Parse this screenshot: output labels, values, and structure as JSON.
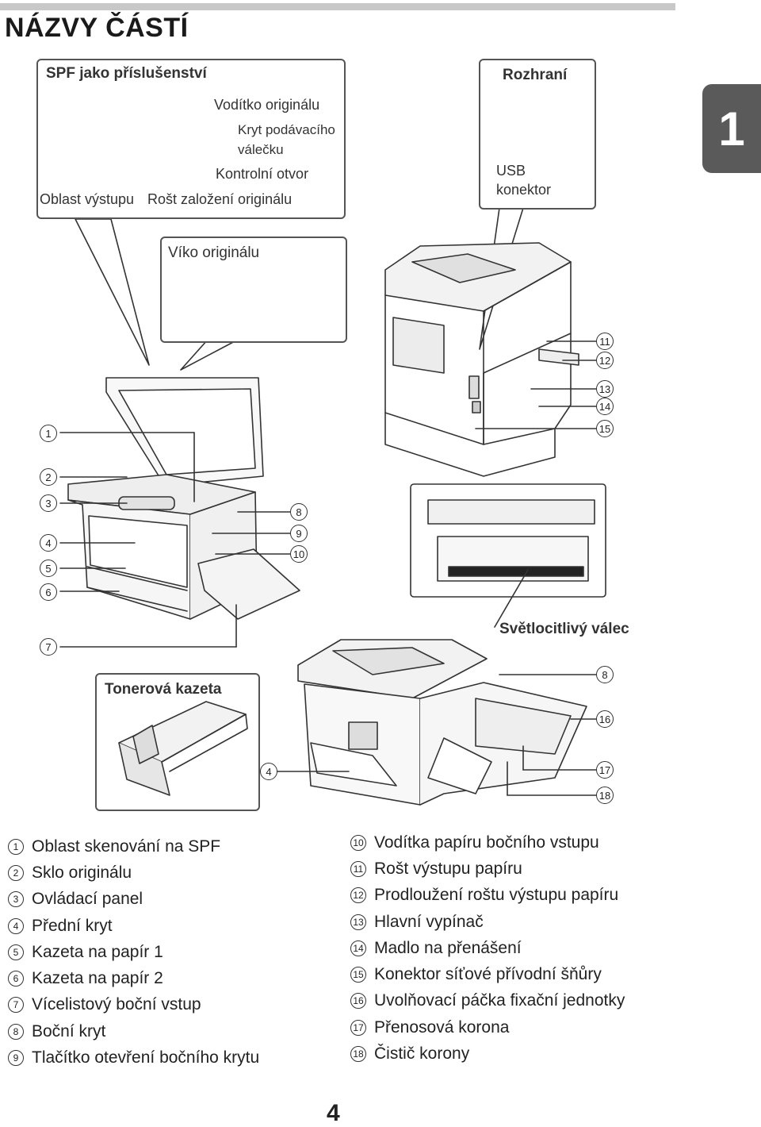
{
  "page": {
    "title": "NÁZVY ČÁSTÍ",
    "chapter": "1",
    "page_number": "4"
  },
  "spf_box": {
    "title": "SPF jako příslušenství",
    "labels": {
      "guide": "Vodítko originálu",
      "roller_cover_1": "Kryt podávacího",
      "roller_cover_2": "válečku",
      "control_slot": "Kontrolní otvor",
      "exit_area": "Oblast výstupu",
      "feed_tray": "Rošt založení originálu"
    }
  },
  "interface_box": {
    "title": "Rozhraní",
    "usb_1": "USB",
    "usb_2": "konektor"
  },
  "cover_box": {
    "title": "Víko originálu"
  },
  "drum_label": "Světlocitlivý válec",
  "toner_box": {
    "title": "Tonerová kazeta"
  },
  "callouts": {
    "c1": "1",
    "c2": "2",
    "c3": "3",
    "c4": "4",
    "c5": "5",
    "c6": "6",
    "c7": "7",
    "c8": "8",
    "c9": "9",
    "c10": "10",
    "c11": "11",
    "c12": "12",
    "c13": "13",
    "c14": "14",
    "c15": "15",
    "c16": "16",
    "c17": "17",
    "c18": "18"
  },
  "legend_left": [
    {
      "num": "1",
      "text": "Oblast skenování na SPF"
    },
    {
      "num": "2",
      "text": "Sklo originálu"
    },
    {
      "num": "3",
      "text": "Ovládací panel"
    },
    {
      "num": "4",
      "text": "Přední kryt"
    },
    {
      "num": "5",
      "text": "Kazeta na papír 1"
    },
    {
      "num": "6",
      "text": "Kazeta na papír 2"
    },
    {
      "num": "7",
      "text": "Vícelistový boční vstup"
    },
    {
      "num": "8",
      "text": "Boční kryt"
    },
    {
      "num": "9",
      "text": "Tlačítko otevření bočního krytu"
    }
  ],
  "legend_right": [
    {
      "num": "10",
      "text": "Vodítka papíru bočního vstupu"
    },
    {
      "num": "11",
      "text": "Rošt výstupu papíru"
    },
    {
      "num": "12",
      "text": "Prodloužení roštu výstupu papíru"
    },
    {
      "num": "13",
      "text": "Hlavní vypínač"
    },
    {
      "num": "14",
      "text": "Madlo na přenášení"
    },
    {
      "num": "15",
      "text": "Konektor síťové přívodní šňůry"
    },
    {
      "num": "16",
      "text": "Uvolňovací páčka fixační jednotky"
    },
    {
      "num": "17",
      "text": "Přenosová korona"
    },
    {
      "num": "18",
      "text": "Čistič korony"
    }
  ]
}
